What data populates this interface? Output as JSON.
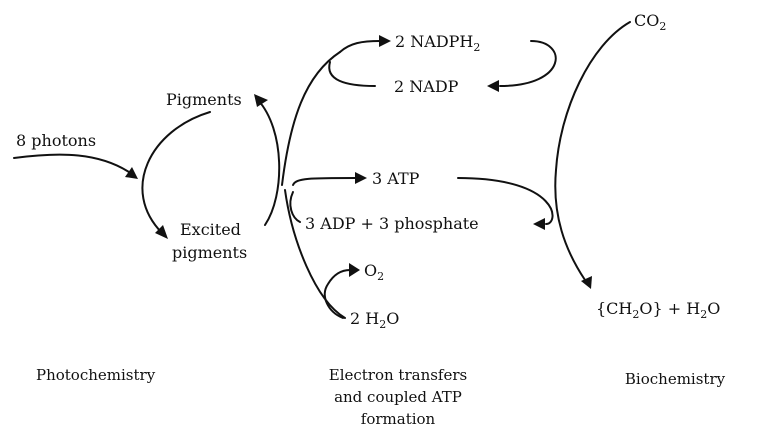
{
  "labels": {
    "photons": "8 photons",
    "pigments": "Pigments",
    "excited_line1": "Excited",
    "excited_line2": "pigments",
    "nadph_main": "2 NADPH",
    "nadph_sub": "2",
    "nadp": "2 NADP",
    "atp": "3 ATP",
    "adp": "3 ADP + 3 phosphate",
    "o2_main": "O",
    "o2_sub": "2",
    "h2o_pre": "2 H",
    "h2o_sub": "2",
    "h2o_post": "O",
    "co2_main": "CO",
    "co2_sub": "2",
    "ch2o_pre": "{CH",
    "ch2o_sub": "2",
    "ch2o_mid": "O} + H",
    "ch2o_sub2": "2",
    "ch2o_post": "O"
  },
  "captions": {
    "photochemistry": "Photochemistry",
    "electron_line1": "Electron transfers",
    "electron_line2": "and coupled ATP",
    "electron_line3": "formation",
    "biochemistry": "Biochemistry"
  }
}
